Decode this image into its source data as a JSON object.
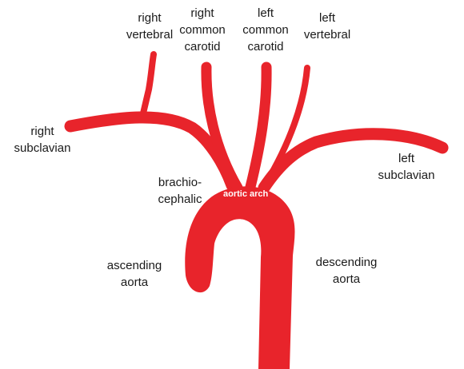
{
  "colors": {
    "vessel": "#e8242b",
    "text": "#1a1a1a",
    "inner_text": "#ffffff",
    "background": "#ffffff"
  },
  "labels": {
    "right_vertebral": [
      "right",
      "vertebral"
    ],
    "right_common_carotid": [
      "right",
      "common",
      "carotid"
    ],
    "left_common_carotid": [
      "left",
      "common",
      "carotid"
    ],
    "left_vertebral": [
      "left",
      "vertebral"
    ],
    "right_subclavian": [
      "right",
      "subclavian"
    ],
    "left_subclavian": [
      "left",
      "subclavian"
    ],
    "brachiocephalic": [
      "brachio-",
      "cephalic"
    ],
    "aortic_arch": "aortic arch",
    "ascending_aorta": [
      "ascending",
      "aorta"
    ],
    "descending_aorta": [
      "descending",
      "aorta"
    ]
  }
}
